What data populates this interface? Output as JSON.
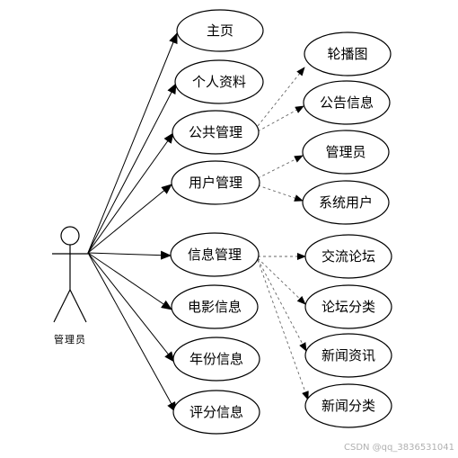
{
  "actor": {
    "label": "管理员"
  },
  "use_cases": [
    {
      "id": "home",
      "label": "主页"
    },
    {
      "id": "profile",
      "label": "个人资料"
    },
    {
      "id": "public",
      "label": "公共管理"
    },
    {
      "id": "user",
      "label": "用户管理"
    },
    {
      "id": "info",
      "label": "信息管理"
    },
    {
      "id": "movie",
      "label": "电影信息"
    },
    {
      "id": "year",
      "label": "年份信息"
    },
    {
      "id": "rating",
      "label": "评分信息"
    }
  ],
  "sub_use_cases": [
    {
      "id": "carousel",
      "label": "轮播图",
      "parent": "public"
    },
    {
      "id": "notice",
      "label": "公告信息",
      "parent": "public"
    },
    {
      "id": "admin",
      "label": "管理员",
      "parent": "user"
    },
    {
      "id": "sysuser",
      "label": "系统用户",
      "parent": "user"
    },
    {
      "id": "forum",
      "label": "交流论坛",
      "parent": "info"
    },
    {
      "id": "forumcat",
      "label": "论坛分类",
      "parent": "info"
    },
    {
      "id": "news",
      "label": "新闻资讯",
      "parent": "info"
    },
    {
      "id": "newscat",
      "label": "新闻分类",
      "parent": "info"
    }
  ],
  "watermark": "CSDN @qq_3836531041"
}
